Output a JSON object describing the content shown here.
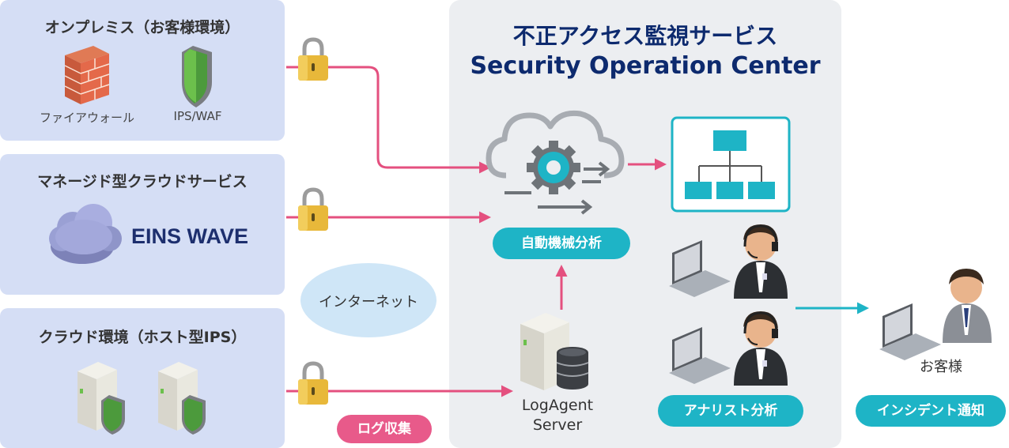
{
  "colors": {
    "panel": "#d5def5",
    "soc_bg": "#eceef1",
    "arrow_pink": "#e4507f",
    "arrow_teal": "#1eb4c6",
    "title_navy": "#0d2a6e"
  },
  "sources": [
    {
      "title": "オンプレミス（お客様環境）",
      "items": [
        "ファイアウォール",
        "IPS/WAF"
      ],
      "icons": [
        "firewall-icon",
        "shield-icon"
      ]
    },
    {
      "title": "マネージド型クラウドサービス",
      "logo": "EINS WAVE",
      "icons": [
        "cloud-icon"
      ]
    },
    {
      "title": "クラウド環境（ホスト型IPS）",
      "icons": [
        "server-shield-icon",
        "server-shield-icon"
      ]
    }
  ],
  "internet_label": "インターネット",
  "log_collect_label": "ログ収集",
  "soc": {
    "title_ja": "不正アクセス監視サービス",
    "title_en": "Security Operation Center",
    "auto_analysis_label": "自動機械分析",
    "server_label_line1": "LogAgent",
    "server_label_line2": "Server",
    "analyst_label": "アナリスト分析"
  },
  "customer": {
    "label": "お客様",
    "notify_label": "インシデント通知"
  }
}
